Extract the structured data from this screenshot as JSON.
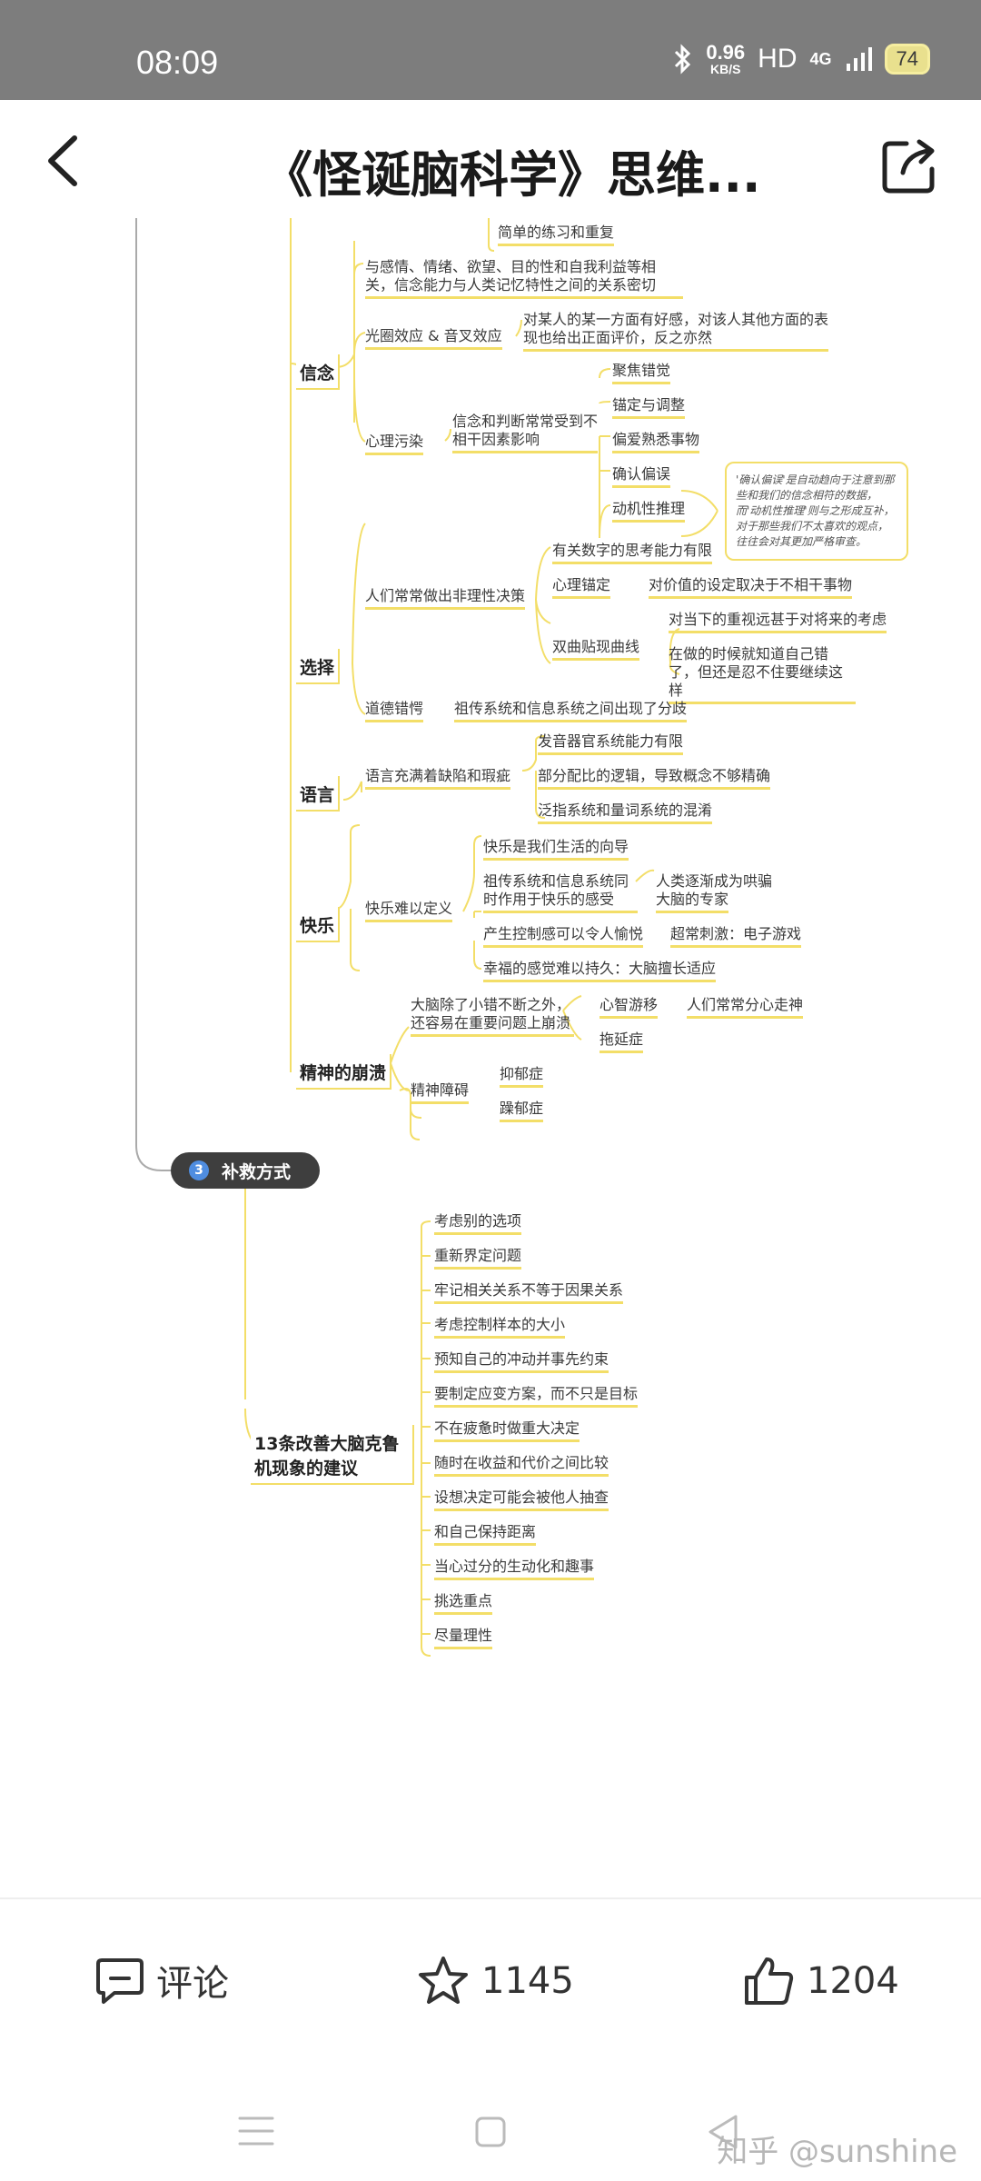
{
  "status_bar": {
    "time": "08:09",
    "speed_value": "0.96",
    "speed_unit": "KB/S",
    "network": "HD",
    "signal": "4G",
    "battery": "74"
  },
  "header": {
    "title": "《怪诞脑科学》思维..."
  },
  "mindmap": {
    "top_leaf": "简单的练习和重复",
    "belief": {
      "label": "信念",
      "desc": "与感情、情绪、欲望、目的性和自我利益等相关，信念能力与人类记忆特性之间的关系密切",
      "halo_label": "光圈效应 & 音叉效应",
      "halo_desc": "对某人的某一方面有好感，对该人其他方面的表现也给出正面评价，反之亦然",
      "pollution_label": "心理污染",
      "pollution_desc": "信念和判断常常受到不相干因素影响",
      "items": [
        "聚焦错觉",
        "锚定与调整",
        "偏爱熟悉事物",
        "确认偏误",
        "动机性推理"
      ],
      "note": "'确认偏误'是自动趋向于注意到那些和我们的信念相符的数据，而'动机性推理'则与之形成互补，对于那些我们不太喜欢的观点，往往会对其更加严格审查。"
    },
    "choice": {
      "label": "选择",
      "irrational": "人们常常做出非理性决策",
      "math": "有关数字的思考能力有限",
      "anchor": "心理锚定",
      "anchor_desc": "对价值的设定取决于不相干事物",
      "hyper": "双曲贴现曲线",
      "hyper_1": "对当下的重视远甚于对将来的考虑",
      "hyper_2": "在做的时候就知道自己错了，但还是忍不住要继续这样",
      "moral": "道德错愕",
      "moral_desc": "祖传系统和信息系统之间出现了分歧"
    },
    "language": {
      "label": "语言",
      "branch": "语言充满着缺陷和瑕疵",
      "items": [
        "发音器官系统能力有限",
        "部分配比的逻辑，导致概念不够精确",
        "泛指系统和量词系统的混淆"
      ]
    },
    "happy": {
      "label": "快乐",
      "branch": "快乐难以定义",
      "guide": "快乐是我们生活的向导",
      "sys": "祖传系统和信息系统同时作用于快乐的感受",
      "sys_1": "人类逐渐成为哄骗",
      "sys_2": "大脑的专家",
      "control": "产生控制感可以令人愉悦",
      "control_desc": "超常刺激：电子游戏",
      "adapt": "幸福的感觉难以持久：大脑擅长适应"
    },
    "mental": {
      "label": "精神的崩溃",
      "collapse": "大脑除了小错不断之外，还容易在重要问题上崩溃",
      "wander": "心智游移",
      "wander_desc": "人们常常分心走神",
      "procrast": "拖延症",
      "disorder": "精神障碍",
      "dep": "抑郁症",
      "mania": "躁郁症"
    },
    "remedy": {
      "num": "3",
      "label": "补救方式",
      "box": "13条改善大脑克鲁机现象的建议",
      "items": [
        "考虑别的选项",
        "重新界定问题",
        "牢记相关关系不等于因果关系",
        "考虑控制样本的大小",
        "预知自己的冲动并事先约束",
        "要制定应变方案，而不只是目标",
        "不在疲惫时做重大决定",
        "随时在收益和代价之间比较",
        "设想决定可能会被他人抽查",
        "和自己保持距离",
        "当心过分的生动化和趣事",
        "挑选重点",
        "尽量理性"
      ]
    }
  },
  "bottom_bar": {
    "comment": "评论",
    "favorites": "1145",
    "likes": "1204"
  },
  "watermark": "知乎 @sunshine",
  "colors": {
    "accent": "#f3de68",
    "pill": "#3e3e3e",
    "status": "#7d7d7d"
  }
}
